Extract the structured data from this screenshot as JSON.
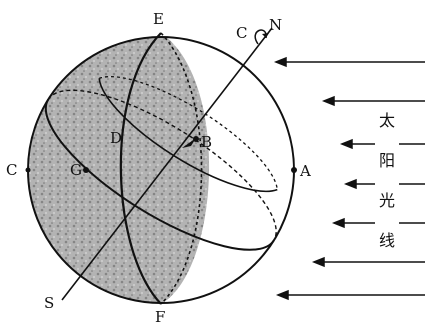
{
  "diagram": {
    "point_labels": {
      "E": "E",
      "N": "N",
      "C_top": "C",
      "C_left": "C",
      "A": "A",
      "G": "G",
      "D": "D",
      "B": "B",
      "S": "S",
      "F": "F"
    },
    "sunlight_label": [
      "太",
      "阳",
      "光",
      "线"
    ],
    "colors": {
      "line": "#111111",
      "night_shade": "#9a9a9a",
      "background": "#ffffff"
    }
  }
}
